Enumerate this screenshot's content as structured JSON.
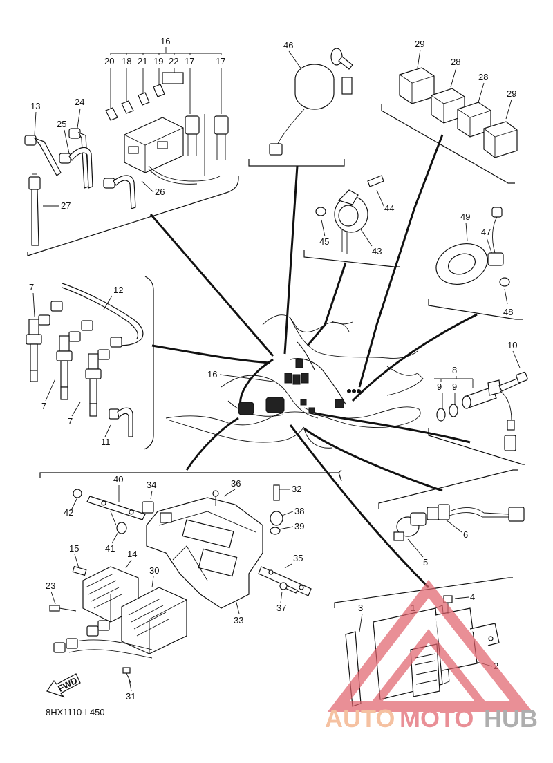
{
  "diagram": {
    "code": "8HX1110-L450",
    "fwd_label": "FWD",
    "callouts": {
      "c16_top": "16",
      "c20": "20",
      "c18": "18",
      "c21": "21",
      "c19": "19",
      "c22": "22",
      "c17a": "17",
      "c17b": "17",
      "c13": "13",
      "c24": "24",
      "c25": "25",
      "c26": "26",
      "c27": "27",
      "c46": "46",
      "c29a": "29",
      "c28a": "28",
      "c28b": "28",
      "c29b": "29",
      "c44": "44",
      "c45": "45",
      "c43": "43",
      "c49": "49",
      "c47": "47",
      "c48": "48",
      "c7a": "7",
      "c12": "12",
      "c7b": "7",
      "c7c": "7",
      "c11": "11",
      "c16_mid": "16",
      "c10": "10",
      "c8": "8",
      "c9a": "9",
      "c9b": "9",
      "c40": "40",
      "c34": "34",
      "c36": "36",
      "c32": "32",
      "c42": "42",
      "c41": "41",
      "c38": "38",
      "c39": "39",
      "c15": "15",
      "c14": "14",
      "c30": "30",
      "c35": "35",
      "c23": "23",
      "c37": "37",
      "c33": "33",
      "c31": "31",
      "c6": "6",
      "c5": "5",
      "c4": "4",
      "c3": "3",
      "c1": "1",
      "c2": "2"
    }
  },
  "watermark": {
    "part1": "AUTO",
    "part2": "MOTO",
    "part3": "HUB",
    "colors": {
      "orange": "#f2a77a",
      "red": "#e0606a",
      "gray": "#8c8c8c"
    }
  }
}
